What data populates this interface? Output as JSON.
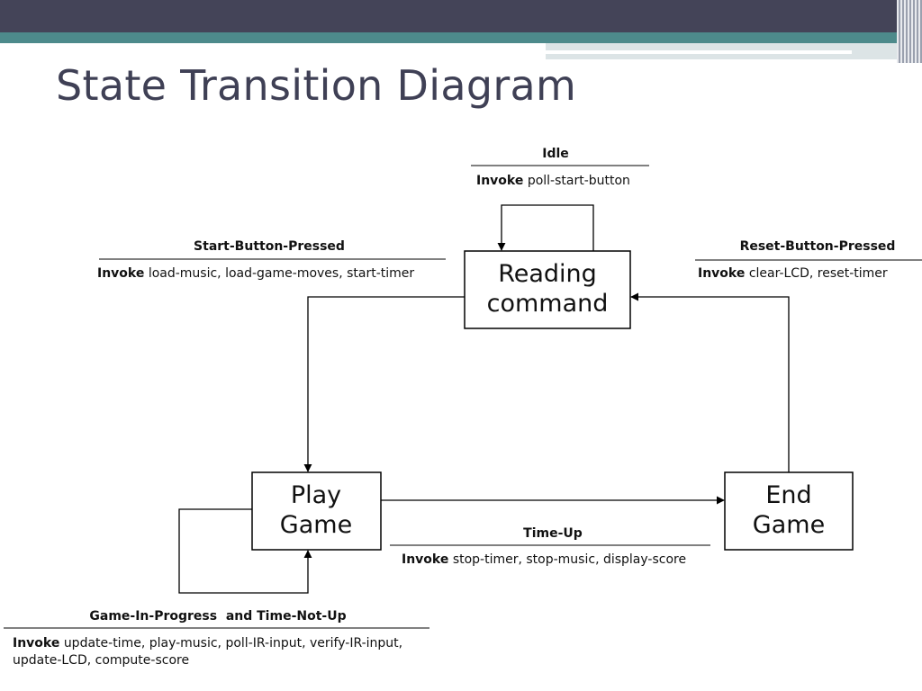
{
  "slide": {
    "title": "State Transition Diagram",
    "accent_colors": {
      "top_bar": "#444458",
      "teal_band": "#4d8a8b",
      "title_text": "#3f4055"
    }
  },
  "states": {
    "reading": {
      "line1": "Reading",
      "line2": "command"
    },
    "play": {
      "line1": "Play",
      "line2": "Game"
    },
    "end": {
      "line1": "End",
      "line2": "Game"
    }
  },
  "transitions": {
    "idle": {
      "condition": "Idle",
      "keyword": "Invoke",
      "actions": "poll-start-button"
    },
    "start": {
      "condition": "Start-Button-Pressed",
      "keyword": "Invoke",
      "actions": "load-music, load-game-moves, start-timer"
    },
    "reset": {
      "condition": "Reset-Button-Pressed",
      "keyword": "Invoke",
      "actions": "clear-LCD, reset-timer"
    },
    "timeup": {
      "condition": "Time-Up",
      "keyword": "Invoke",
      "actions": "stop-timer, stop-music, display-score"
    },
    "inprogress": {
      "condition": "Game-In-Progress  and Time-Not-Up",
      "keyword": "Invoke",
      "actions_line1": "update-time, play-music, poll-IR-input, verify-IR-input,",
      "actions_line2": "update-LCD, compute-score"
    }
  }
}
